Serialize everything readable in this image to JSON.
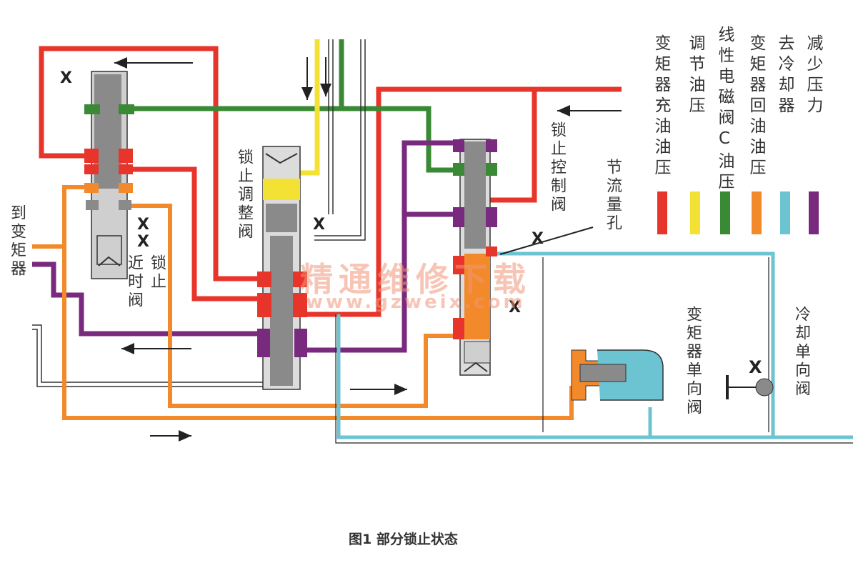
{
  "caption": "图1 部分锁止状态",
  "watermark": {
    "title": "精通维修下载",
    "url": "www.gzweix.com"
  },
  "colors": {
    "converter_fill": "#e8352b",
    "regulated": "#f3e234",
    "solenoid_c": "#3a8a35",
    "converter_return": "#f28a2c",
    "to_cooler": "#6cc4d2",
    "reduced": "#7a2a7e",
    "valve_body": "#8a8a8a"
  },
  "legend": [
    {
      "label": "变矩器充油油压",
      "color": "#e8352b"
    },
    {
      "label": "调节油压",
      "color": "#f3e234"
    },
    {
      "label": "线性电磁阀C油压",
      "color": "#3a8a35"
    },
    {
      "label": "变矩器回油油压",
      "color": "#f28a2c"
    },
    {
      "label": "去冷却器",
      "color": "#6cc4d2"
    },
    {
      "label": "减少压力",
      "color": "#7a2a7e"
    }
  ],
  "labels": {
    "to_converter": "到变矩器",
    "lockup_timing_valve_a": "近时阀",
    "lockup_timing_valve_b": "锁止",
    "lockup_regulator_valve": "锁止调整阀",
    "lockup_control_valve": "锁止控制阀",
    "orifice": "节流量孔",
    "converter_check_valve": "变矩器单向阀",
    "cooler_check_valve": "冷却单向阀"
  },
  "exhaust_mark": "X"
}
